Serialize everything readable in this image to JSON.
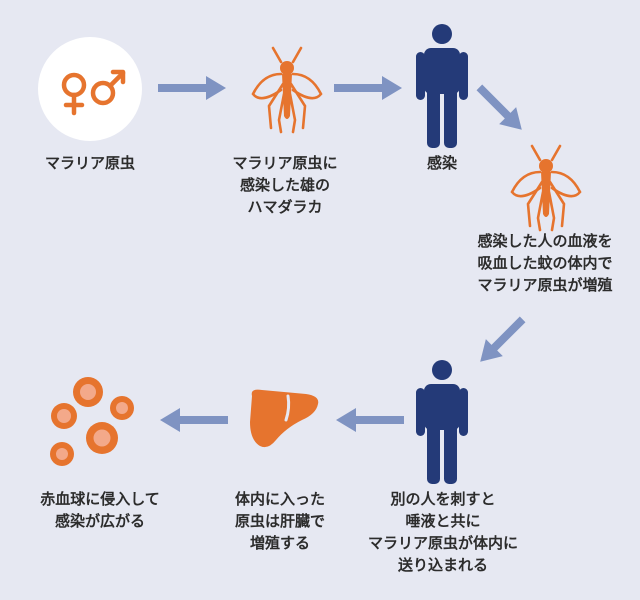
{
  "colors": {
    "background": "#e6e8f2",
    "accent_orange": "#e6742e",
    "human_blue": "#243a78",
    "arrow_blue": "#7f93c2",
    "circle_white": "#ffffff",
    "cell_light": "#f3a98a"
  },
  "steps": [
    {
      "icon": "gender-symbols-icon",
      "label": "マラリア原虫"
    },
    {
      "icon": "mosquito-icon",
      "label": "マラリア原虫に\n感染した雄の\nハマダラカ"
    },
    {
      "icon": "human-icon",
      "label": "感染"
    },
    {
      "icon": "mosquito-icon",
      "label": "感染した人の血液を\n吸血した蚊の体内で\nマラリア原虫が増殖"
    },
    {
      "icon": "human-icon",
      "label": "別の人を刺すと\n唾液と共に\nマラリア原虫が体内に\n送り込まれる"
    },
    {
      "icon": "liver-icon",
      "label": "体内に入った\n原虫は肝臓で\n増殖する"
    },
    {
      "icon": "red-blood-cells-icon",
      "label": "赤血球に侵入して\n感染が広がる"
    }
  ]
}
